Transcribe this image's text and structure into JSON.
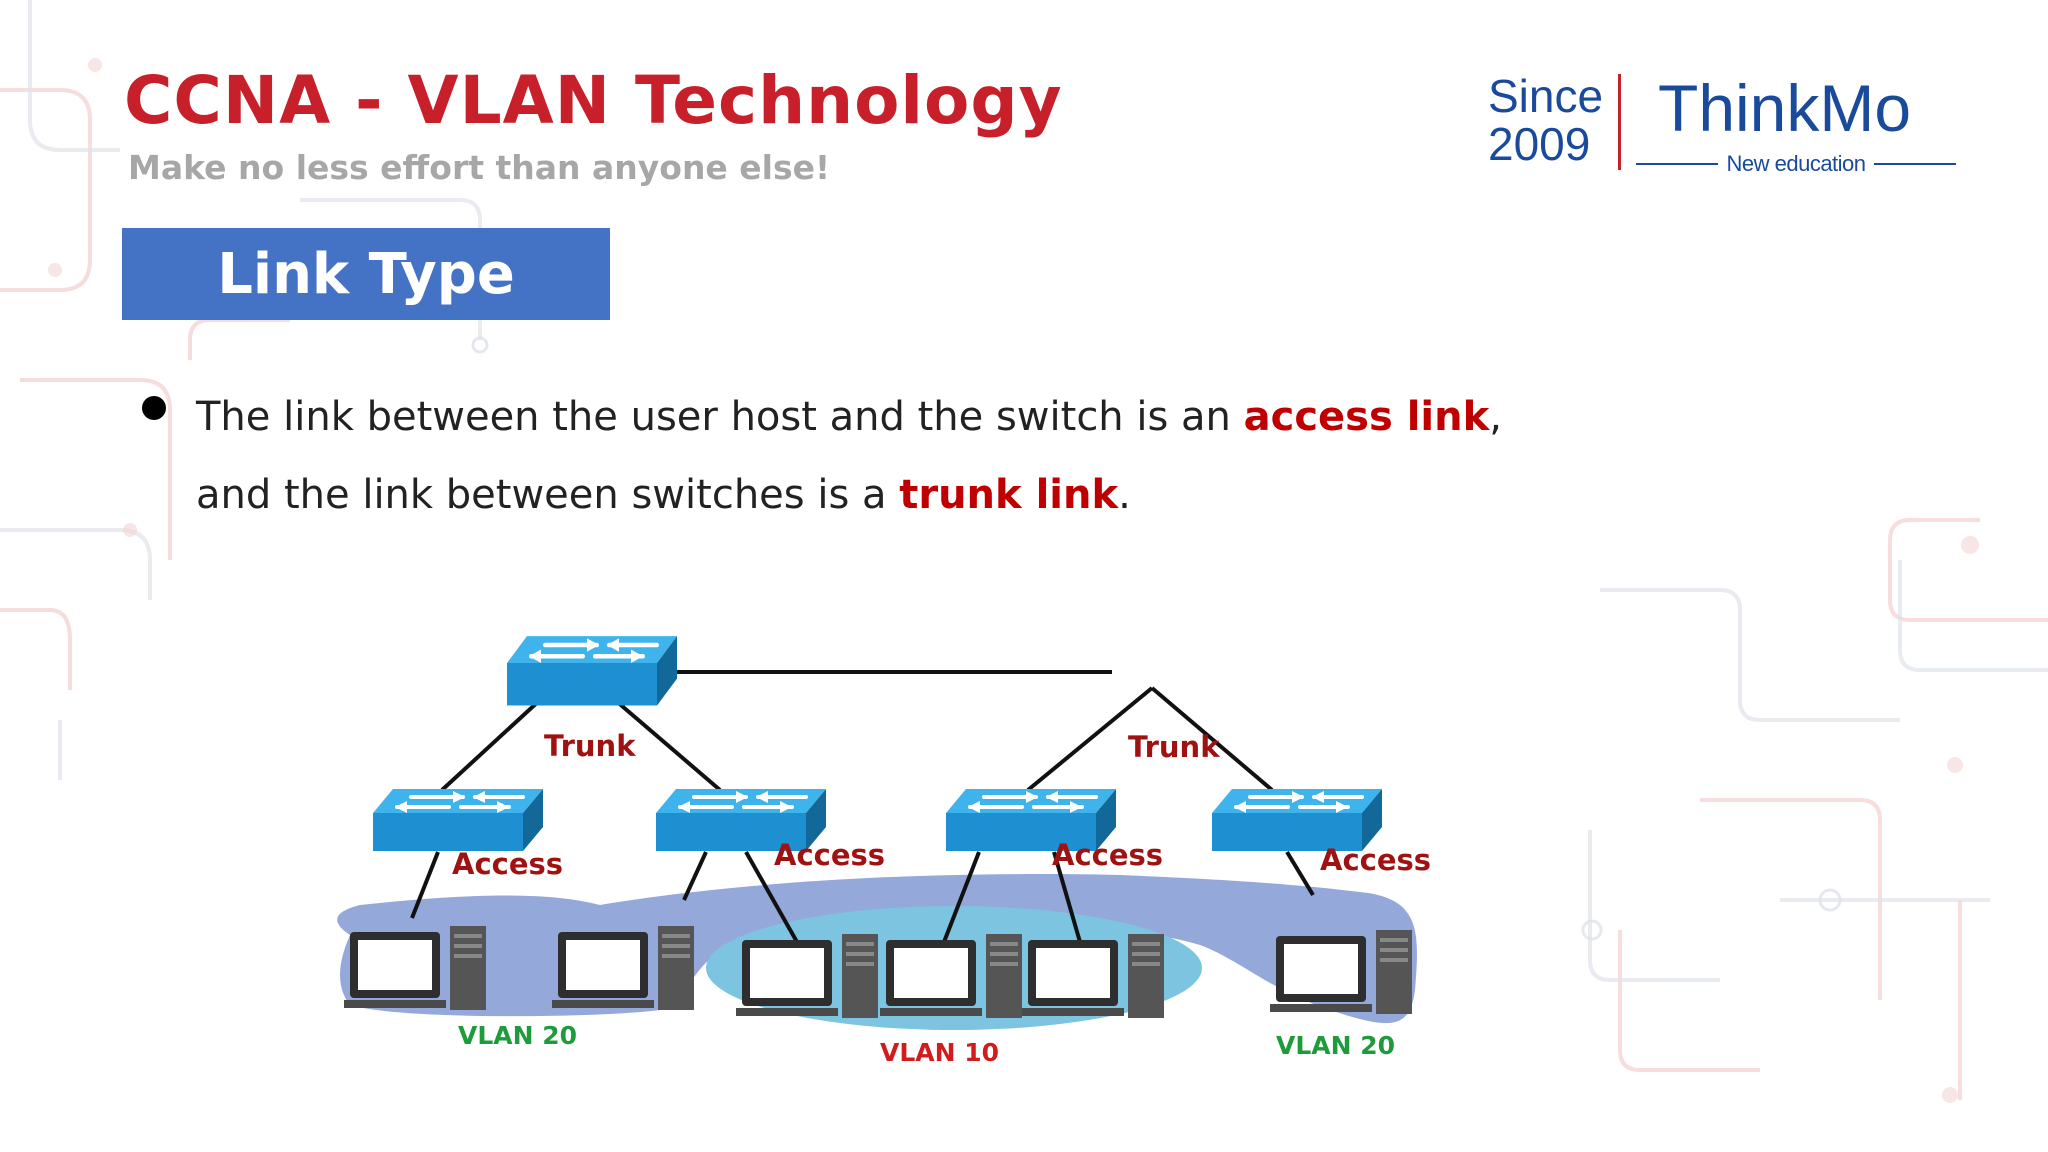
{
  "header": {
    "title": "CCNA - VLAN Technology",
    "subtitle": "Make no less effort than anyone else!"
  },
  "logo": {
    "since_word": "Since",
    "since_year": "2009",
    "brand": "ThinkMo",
    "tagline": "New education"
  },
  "section": {
    "heading": "Link Type"
  },
  "bullet": {
    "text_1": "The link between the user host and the switch is an ",
    "highlight_1": "access link",
    "text_2": ", and the link between switches is a ",
    "highlight_2": "trunk link",
    "text_3": "."
  },
  "diagram": {
    "trunk_label_left": "Trunk",
    "trunk_label_right": "Trunk",
    "access_labels": [
      "Access",
      "Access",
      "Access",
      "Access"
    ],
    "vlan_left": "VLAN 20",
    "vlan_middle": "VLAN 10",
    "vlan_right": "VLAN 20"
  },
  "colors": {
    "title_red": "#c8202a",
    "highlight_red": "#c00000",
    "section_blue": "#4472c4",
    "logo_blue": "#1a4a9c",
    "switch_blue": "#1e9ad6",
    "vlan20_region": "#8fa3d8",
    "vlan10_region": "#7cc4e0",
    "vlan20_text": "#1e9b3a",
    "vlan10_text": "#d01c1c"
  },
  "icons": [
    "switch-icon",
    "computer-icon"
  ]
}
